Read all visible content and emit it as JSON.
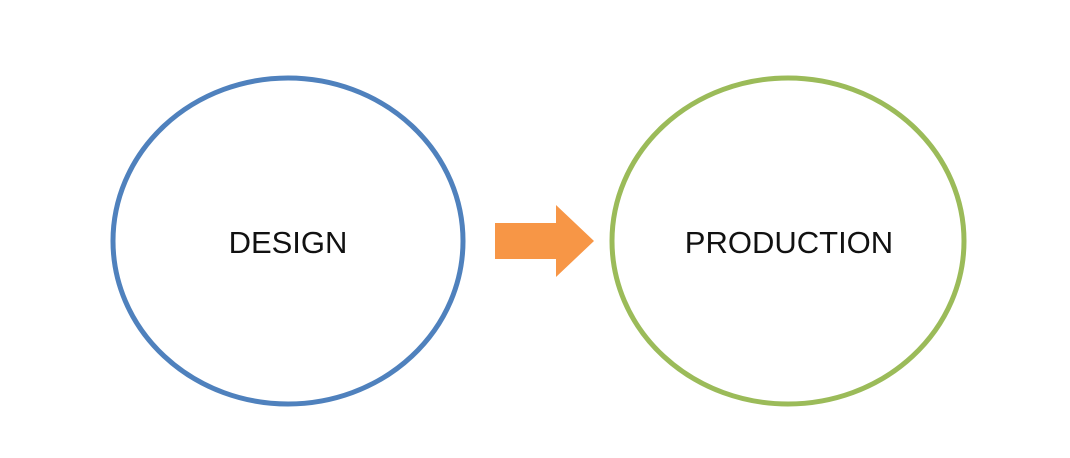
{
  "nodes": [
    {
      "id": "design",
      "label": "DESIGN",
      "color": "#4f81bd"
    },
    {
      "id": "production",
      "label": "PRODUCTION",
      "color": "#9bbb59"
    }
  ],
  "edges": [
    {
      "from": "design",
      "to": "production",
      "color": "#f79646"
    }
  ]
}
